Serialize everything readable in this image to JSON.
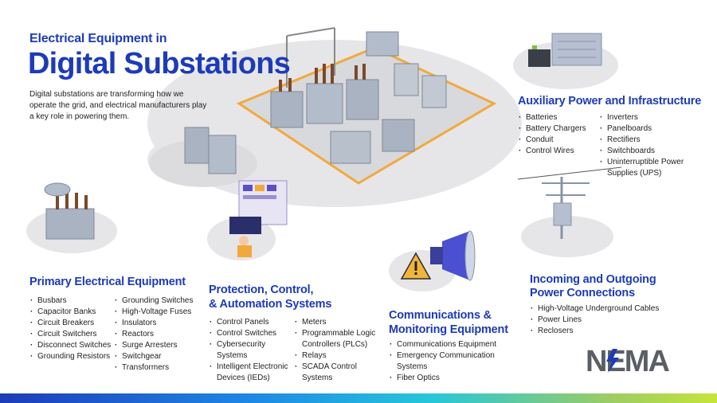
{
  "header": {
    "subtitle": "Electrical Equipment in",
    "title": "Digital Substations",
    "intro": "Digital substations are transforming how we operate the grid, and electrical manufacturers play a key role in powering them."
  },
  "sections": {
    "auxiliary": {
      "title": "Auxiliary Power and Infrastructure",
      "col1": [
        "Batteries",
        "Battery Chargers",
        "Conduit",
        "Control Wires"
      ],
      "col2": [
        "Inverters",
        "Panelboards",
        "Rectifiers",
        "Switchboards",
        "Uninterruptible Power Supplies (UPS)"
      ]
    },
    "primary": {
      "title": "Primary Electrical Equipment",
      "col1": [
        "Busbars",
        "Capacitor Banks",
        "Circuit Breakers",
        "Circuit Switchers",
        "Disconnect Switches",
        "Grounding Resistors"
      ],
      "col2": [
        "Grounding Switches",
        "High-Voltage Fuses",
        "Insulators",
        "Reactors",
        "Surge Arresters",
        "Switchgear",
        "Transformers"
      ]
    },
    "protection": {
      "title_line1": "Protection, Control,",
      "title_line2": "& Automation Systems",
      "col1": [
        "Control Panels",
        "Control Switches",
        "Cybersecurity Systems",
        "Intelligent Electronic Devices (IEDs)"
      ],
      "col2": [
        "Meters",
        "Programmable Logic Controllers (PLCs)",
        "Relays",
        "SCADA Control Systems"
      ]
    },
    "communications": {
      "title_line1": "Communications &",
      "title_line2": "Monitoring Equipment",
      "items": [
        "Communications Equipment",
        "Emergency Communication Systems",
        "Fiber Optics"
      ]
    },
    "incoming": {
      "title_line1": "Incoming and Outgoing",
      "title_line2": "Power Connections",
      "items": [
        "High-Voltage Underground Cables",
        "Power Lines",
        "Reclosers"
      ]
    }
  },
  "logo_text": "NEMA",
  "colors": {
    "brand_blue": "#1d3bb8",
    "platform_gray": "#e9e9ea",
    "fence_orange": "#f2a93b",
    "equipment_gray": "#a9b3c2",
    "logo_gray": "#5a5f66",
    "logo_accent": "#1d3bb8"
  }
}
